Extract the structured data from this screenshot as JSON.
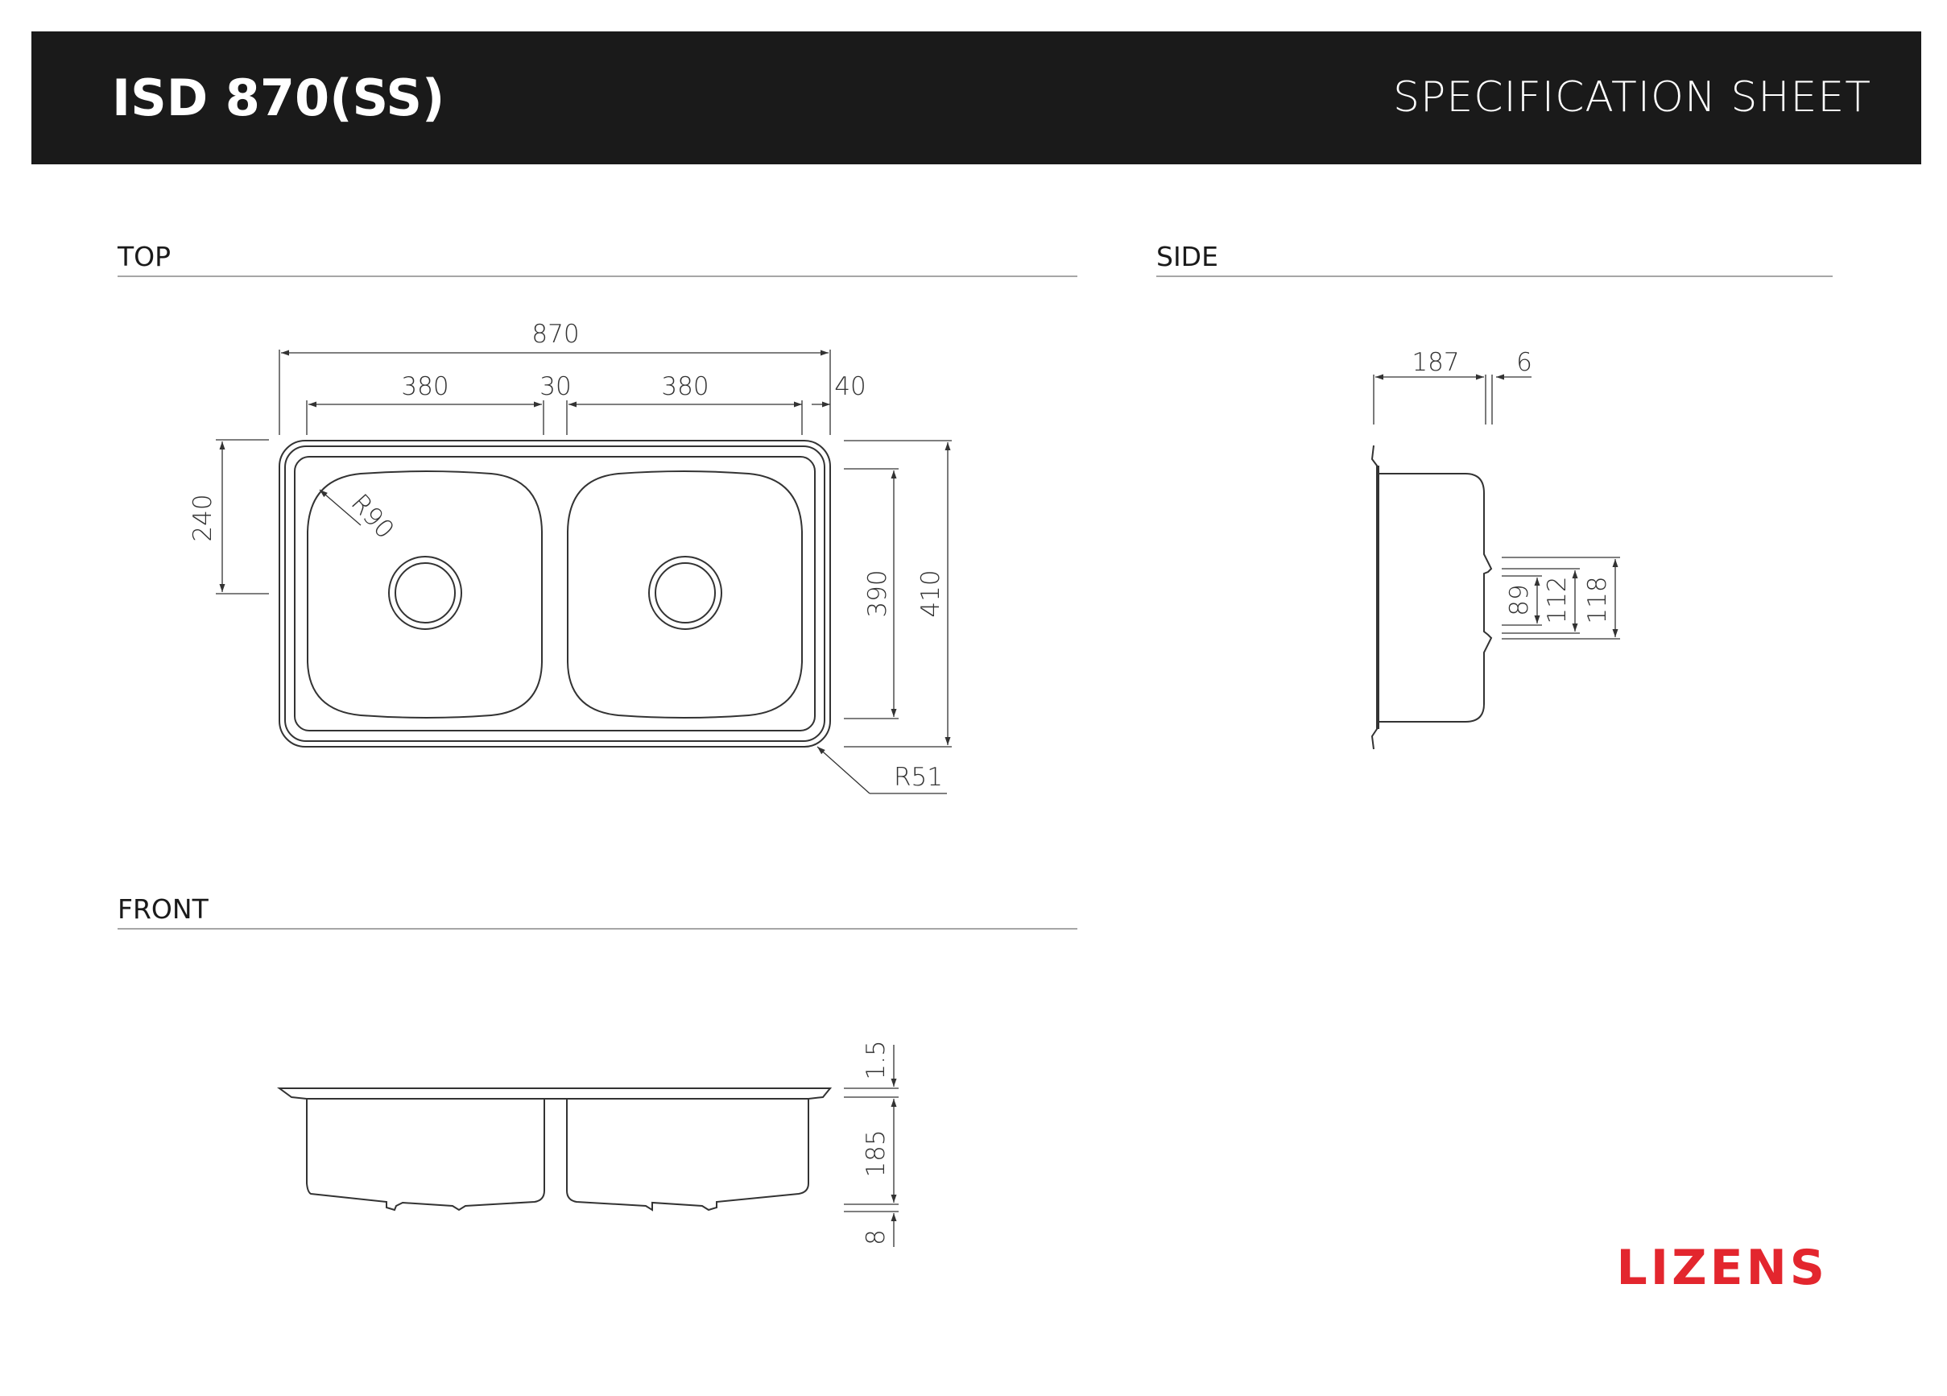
{
  "header": {
    "model": "ISD 870(SS)",
    "sheet_title": "SPECIFICATION SHEET"
  },
  "views": {
    "top": "TOP",
    "side": "SIDE",
    "front": "FRONT"
  },
  "dimensions": {
    "top": {
      "overall_width": "870",
      "bowl_left": "380",
      "divider": "30",
      "bowl_right": "380",
      "rim_right": "40",
      "drain_offset": "240",
      "bowl_depth": "390",
      "overall_depth": "410",
      "bowl_radius": "R90",
      "corner_radius": "R51"
    },
    "side": {
      "width": "187",
      "rim": "6",
      "drain_a": "89",
      "drain_b": "112",
      "drain_c": "118"
    },
    "front": {
      "rim_thickness": "1.5",
      "bowl_height": "185",
      "bottom": "8"
    }
  },
  "brand": {
    "name": "LIZENS",
    "color": "#e3262e"
  },
  "colors": {
    "header_bg": "#1a1a1a",
    "line": "#333333",
    "divider": "#888888"
  }
}
